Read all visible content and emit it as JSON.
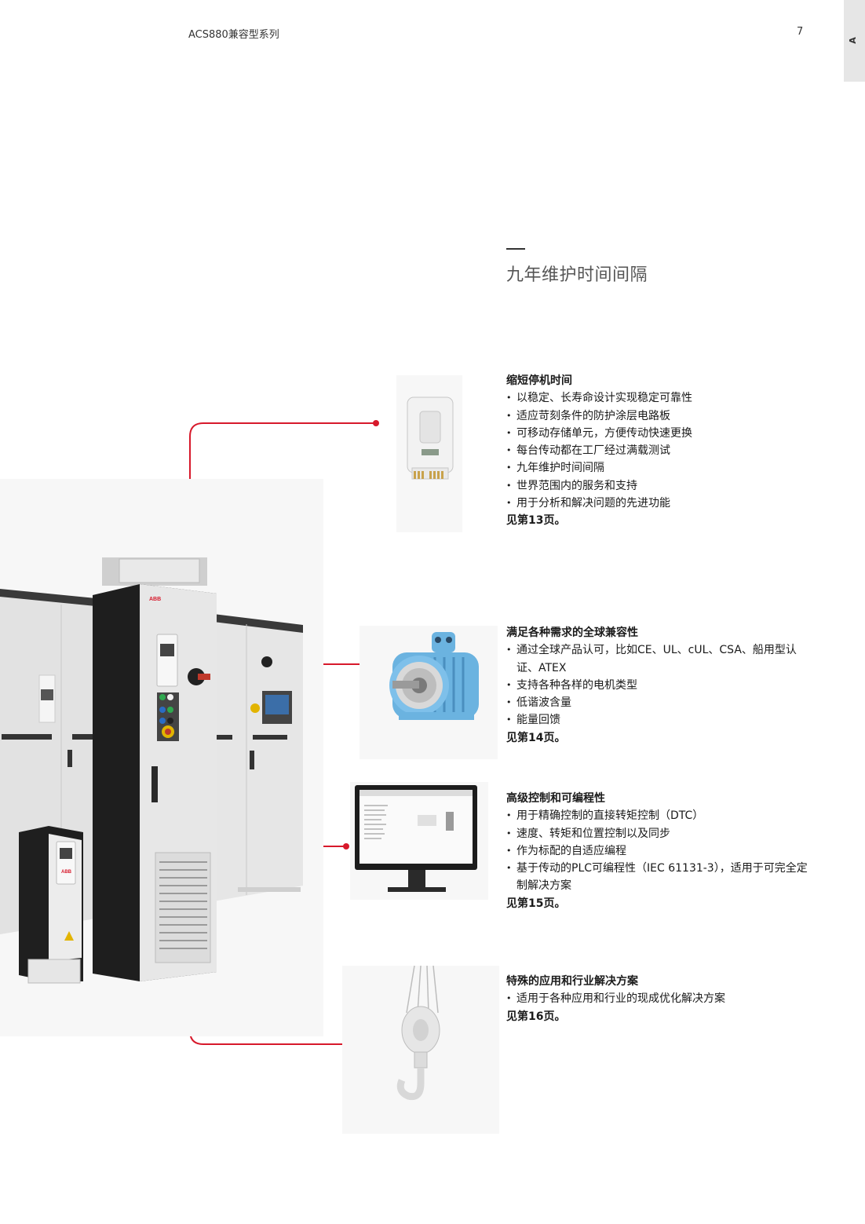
{
  "header": {
    "title": "ACS880兼容型系列",
    "page_number": "7",
    "tab_letter": "A"
  },
  "feature_title": "九年维护时间间隔",
  "sections": [
    {
      "heading": "缩短停机时间",
      "bullets": [
        "以稳定、长寿命设计实现稳定可靠性",
        "适应苛刻条件的防护涂层电路板",
        "可移动存储单元，方便传动快速更换",
        "每台传动都在工厂经过满载测试",
        "九年维护时间间隔",
        "世界范围内的服务和支持",
        "用于分析和解决问题的先进功能"
      ],
      "ref": "见第13页。"
    },
    {
      "heading": "满足各种需求的全球兼容性",
      "bullets": [
        "通过全球产品认可，比如CE、UL、cUL、CSA、船用型认证、ATEX",
        "支持各种各样的电机类型",
        "低谐波含量",
        "能量回馈"
      ],
      "ref": "见第14页。"
    },
    {
      "heading": "高级控制和可编程性",
      "bullets": [
        "用于精确控制的直接转矩控制（DTC）",
        "速度、转矩和位置控制以及同步",
        "作为标配的自适应编程",
        "基于传动的PLC可编程性（IEC 61131-3），适用于可完全定制解决方案"
      ],
      "ref": "见第15页。"
    },
    {
      "heading": "特殊的应用和行业解决方案",
      "bullets": [
        "适用于各种应用和行业的现成优化解决方案"
      ],
      "ref": "见第16页。"
    }
  ],
  "images": {
    "cabinet_logo": "ABB",
    "small_drive_logo": "ABB",
    "memory_unit": "memory-unit-icon",
    "motor": "motor-icon",
    "monitor": "monitor-icon",
    "crane_hook": "crane-hook-icon"
  },
  "colors": {
    "connector_red": "#d7192b",
    "text": "#1a1a1a"
  }
}
